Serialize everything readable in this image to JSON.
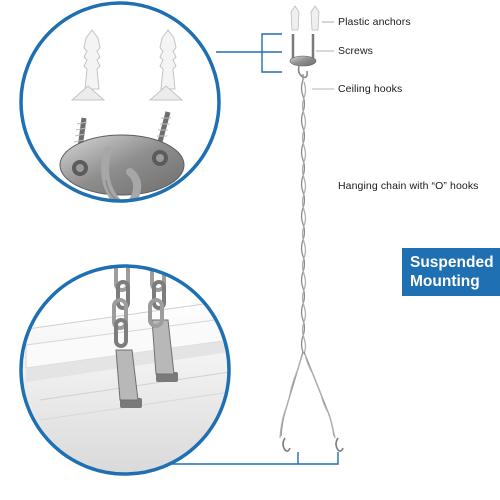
{
  "labels": {
    "plastic_anchors": "Plastic anchors",
    "screws": "Screws",
    "ceiling_hooks": "Ceiling hooks",
    "hanging_chain": "Hanging chain with “O” hooks"
  },
  "badge": {
    "line1": "Suspended",
    "line2": "Mounting"
  },
  "colors": {
    "accent_blue": "#1f6fb3",
    "metal": "#9a9a9a",
    "fixture": "#f2f2f2"
  }
}
